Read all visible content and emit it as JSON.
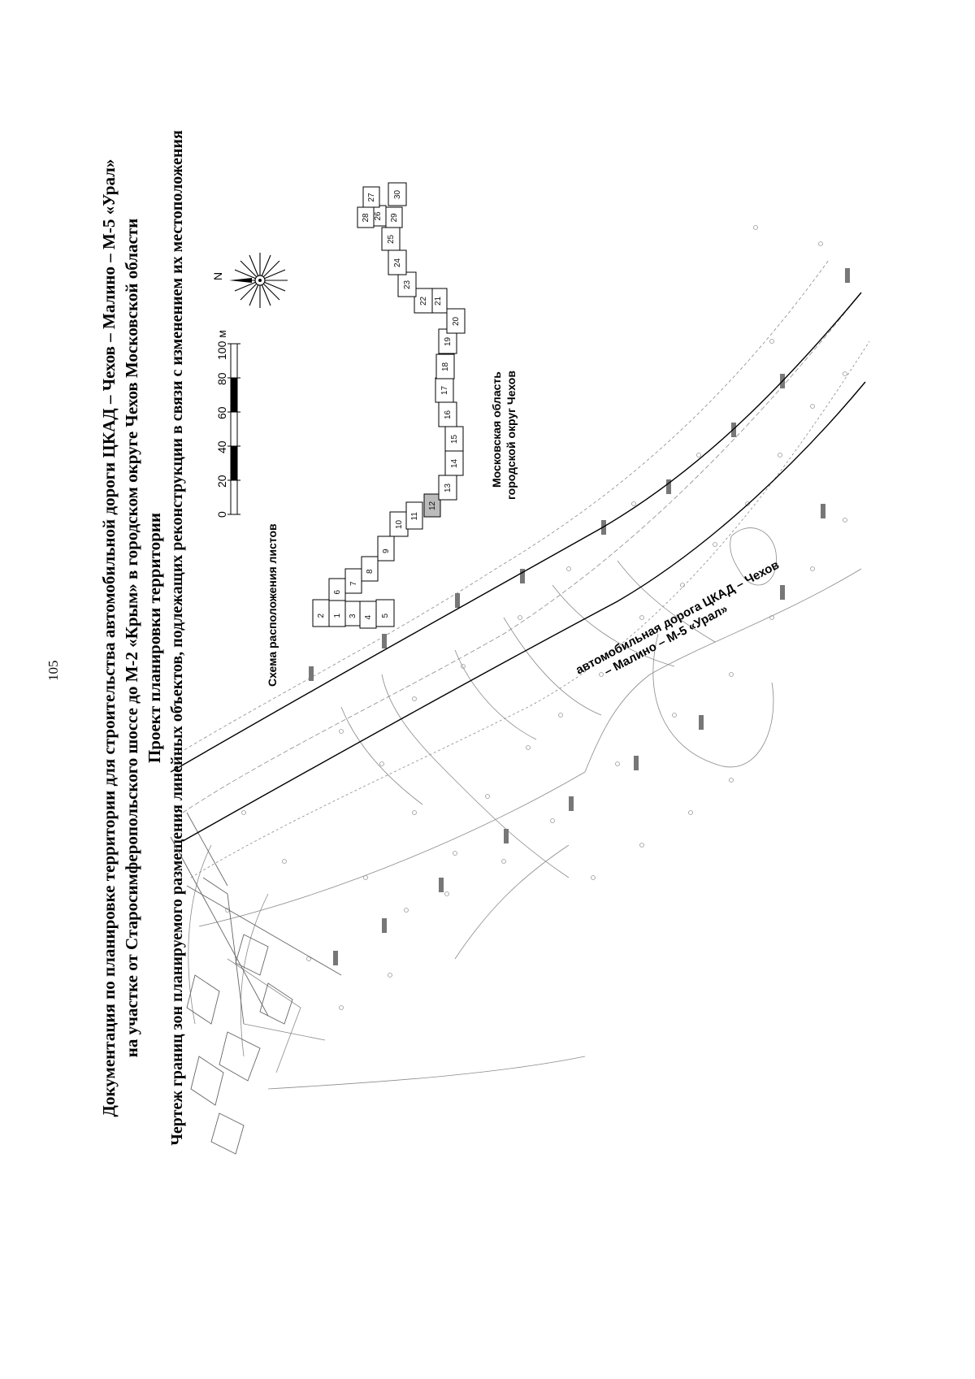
{
  "page_number": "105",
  "title": {
    "line1": "Документация по планировке территории для строительства автомобильной дороги ЦКАД – Чехов – Малино – М-5 «Урал»",
    "line2": "на участке от Старосимферопольского шоссе до М-2 «Крым» в городском округе Чехов Московской области",
    "line3": "Проект планировки территории",
    "line4": "Чертеж границ зон планируемого размещения линейных объектов, подлежащих реконструкции в связи с изменением их местоположения"
  },
  "scale_bar": {
    "ticks": [
      "0",
      "20",
      "40",
      "60",
      "80",
      "100 м"
    ]
  },
  "compass": {
    "north_label": "N"
  },
  "sheet_index": {
    "caption": "Схема расположения листов",
    "sheets": [
      "1",
      "2",
      "3",
      "4",
      "5",
      "6",
      "7",
      "8",
      "9",
      "10",
      "11",
      "12",
      "13",
      "14",
      "15",
      "16",
      "17",
      "18",
      "19",
      "20",
      "21",
      "22",
      "23",
      "24",
      "25",
      "26",
      "27",
      "28",
      "29",
      "30"
    ]
  },
  "region_label": {
    "line1": "Московская область",
    "line2": "городской округ Чехов"
  },
  "road_label": {
    "line1": "автомобильная дорога ЦКАД – Чехов",
    "line2": "– Малино – М-5 «Урал»"
  },
  "colors": {
    "ink": "#000000",
    "survey_lines": "#777777",
    "sheet_highlight": "#bbbbbb"
  }
}
